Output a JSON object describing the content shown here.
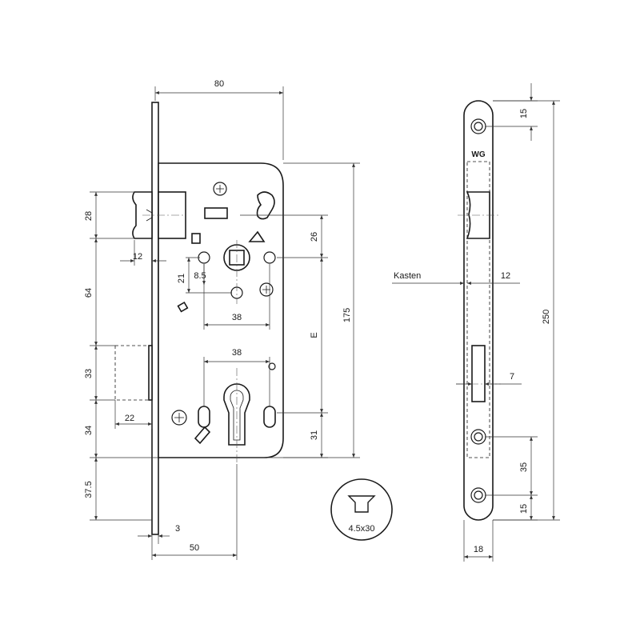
{
  "dimensions": {
    "d80": "80",
    "d28": "28",
    "d12a": "12",
    "d21": "21",
    "d8_5": "8.5",
    "d64": "64",
    "d38a": "38",
    "d26": "26",
    "d175": "175",
    "d_e": "E",
    "d38b": "38",
    "d33": "33",
    "d22": "22",
    "d34": "34",
    "d31": "31",
    "d37_5": "37.5",
    "d3": "3",
    "d50": "50",
    "d15a": "15",
    "d12b": "12",
    "d250": "250",
    "d7": "7",
    "d35": "35",
    "d15b": "15",
    "d18": "18"
  },
  "labels": {
    "kasten": "Kasten",
    "screw_spec": "4.5x30",
    "logo": "WG"
  }
}
